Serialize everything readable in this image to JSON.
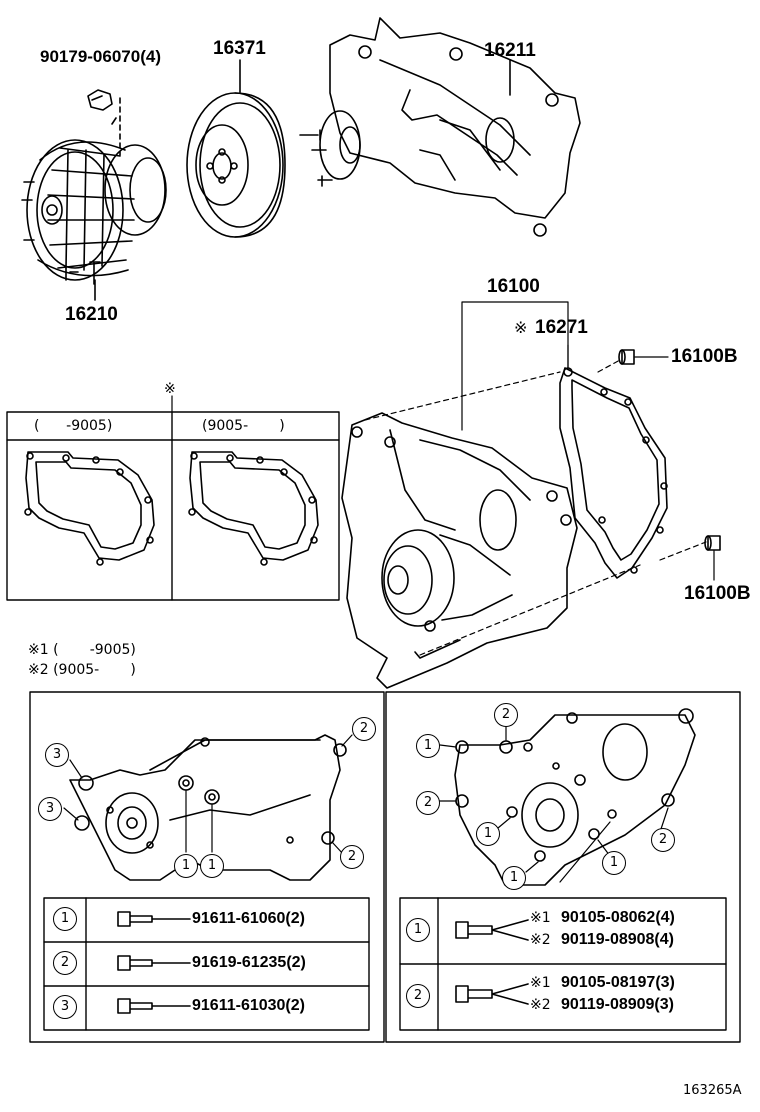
{
  "callouts": {
    "fan_nut": "90179-06070(4)",
    "pulley": "16371",
    "housing": "16211",
    "fluid_coupling": "16210",
    "water_pump_assy": "16100",
    "gasket": "16271",
    "gasket_mark": "※",
    "pin_top": "16100B",
    "pin_bottom": "16100B"
  },
  "gasket_inset": {
    "mark": "※",
    "col_left": "(      -9005)",
    "col_right": "(9005-       )"
  },
  "notes": {
    "note1": "※1 (       -9005)",
    "note2": "※2 (9005-       )"
  },
  "left_panel": {
    "markers": [
      "3",
      "3",
      "2",
      "2",
      "1",
      "1"
    ],
    "rows": [
      {
        "num": "1",
        "part": "91611-61060(2)"
      },
      {
        "num": "2",
        "part": "91619-61235(2)"
      },
      {
        "num": "3",
        "part": "91611-61030(2)"
      }
    ]
  },
  "right_panel": {
    "markers": [
      "2",
      "1",
      "2",
      "1",
      "2",
      "1",
      "1"
    ],
    "rows": [
      {
        "num": "1",
        "mark1": "※1",
        "part1": "90105-08062(4)",
        "mark2": "※2",
        "part2": "90119-08908(4)"
      },
      {
        "num": "2",
        "mark1": "※1",
        "part1": "90105-08197(3)",
        "mark2": "※2",
        "part2": "90119-08909(3)"
      }
    ]
  },
  "footer": {
    "code": "163265A"
  }
}
